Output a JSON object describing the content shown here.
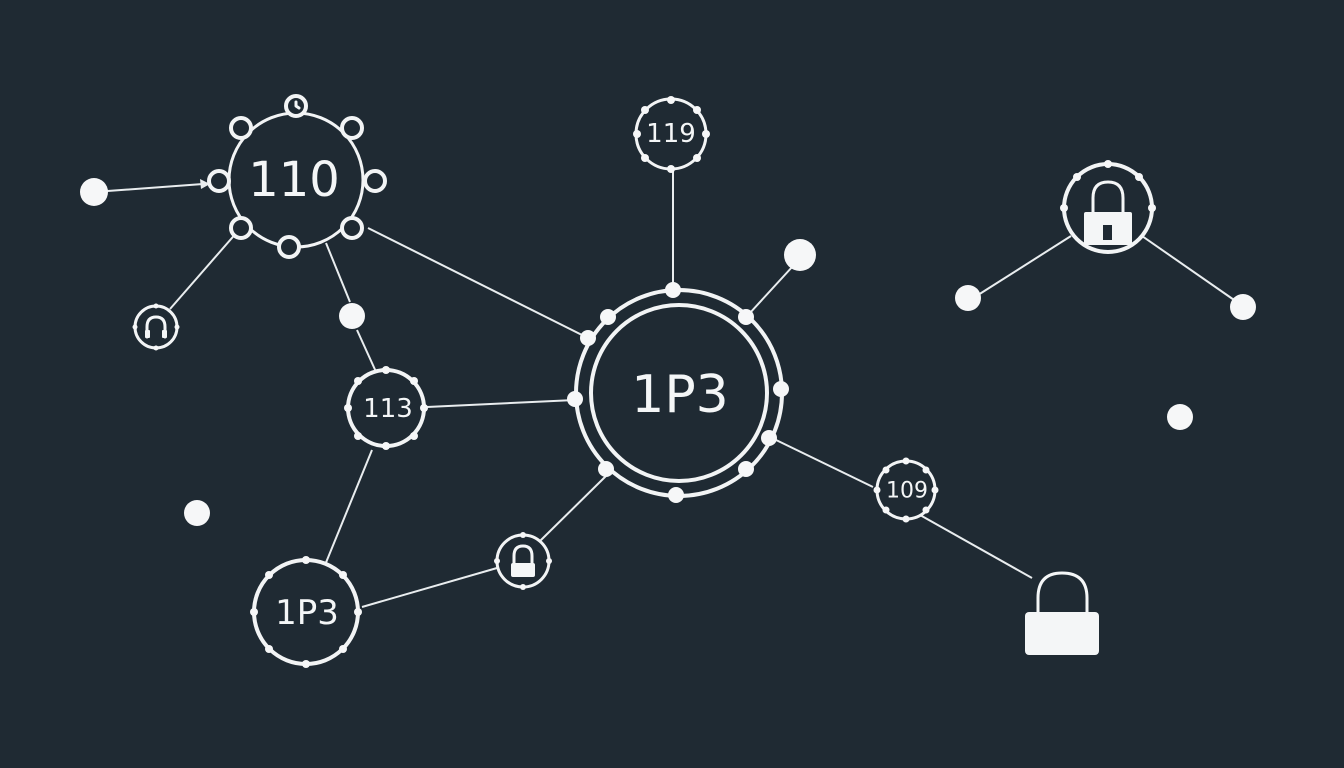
{
  "diagram": {
    "nodes": {
      "n110": {
        "label": "110"
      },
      "n119": {
        "label": "119"
      },
      "n1p3_center": {
        "label": "1P3"
      },
      "n113": {
        "label": "113"
      },
      "n1p3_lower": {
        "label": "1P3"
      },
      "n109": {
        "label": "109"
      },
      "lock_top_right": {
        "icon": "padlock-icon"
      },
      "lock_small": {
        "icon": "padlock-icon"
      },
      "lock_large": {
        "icon": "padlock-icon"
      },
      "headset_node": {
        "icon": "headset-icon"
      },
      "clock_node": {
        "icon": "clock-icon"
      }
    },
    "edges": [
      [
        "dot_left",
        "n110"
      ],
      [
        "n110",
        "headset_node"
      ],
      [
        "n110",
        "dot_mid"
      ],
      [
        "dot_mid",
        "n113"
      ],
      [
        "n110",
        "n1p3_center"
      ],
      [
        "n119",
        "n1p3_center"
      ],
      [
        "dot_top_right_of_center",
        "n1p3_center"
      ],
      [
        "n113",
        "n1p3_center"
      ],
      [
        "n113",
        "n1p3_lower"
      ],
      [
        "n1p3_lower",
        "lock_small"
      ],
      [
        "lock_small",
        "n1p3_center"
      ],
      [
        "n1p3_center",
        "n109"
      ],
      [
        "n109",
        "lock_large"
      ],
      [
        "lock_top_right",
        "dot_right_a"
      ],
      [
        "lock_top_right",
        "dot_right_b"
      ]
    ],
    "colors": {
      "background": "#1f2a33",
      "foreground": "#f2f4f5"
    }
  }
}
